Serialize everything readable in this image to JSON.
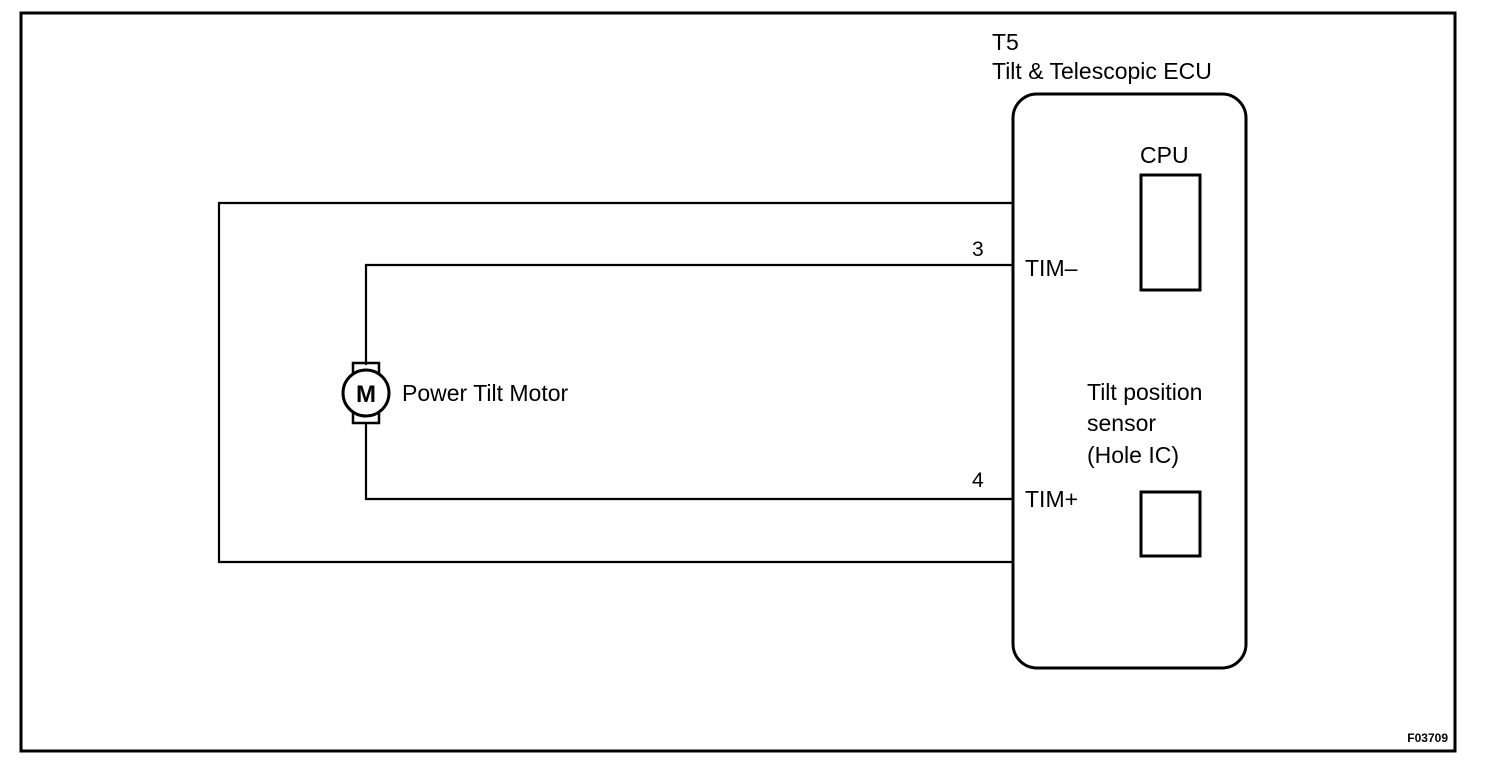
{
  "ecu": {
    "code": "T5",
    "name": "Tilt & Telescopic ECU",
    "cpu_label": "CPU",
    "sensor_label_lines": [
      "Tilt position",
      "sensor",
      "(Hole IC)"
    ]
  },
  "pins": [
    {
      "number": "3",
      "name": "TIM–"
    },
    {
      "number": "4",
      "name": "TIM+"
    }
  ],
  "motor": {
    "symbol": "M",
    "label": "Power Tilt Motor"
  },
  "figure_id": "F03709"
}
